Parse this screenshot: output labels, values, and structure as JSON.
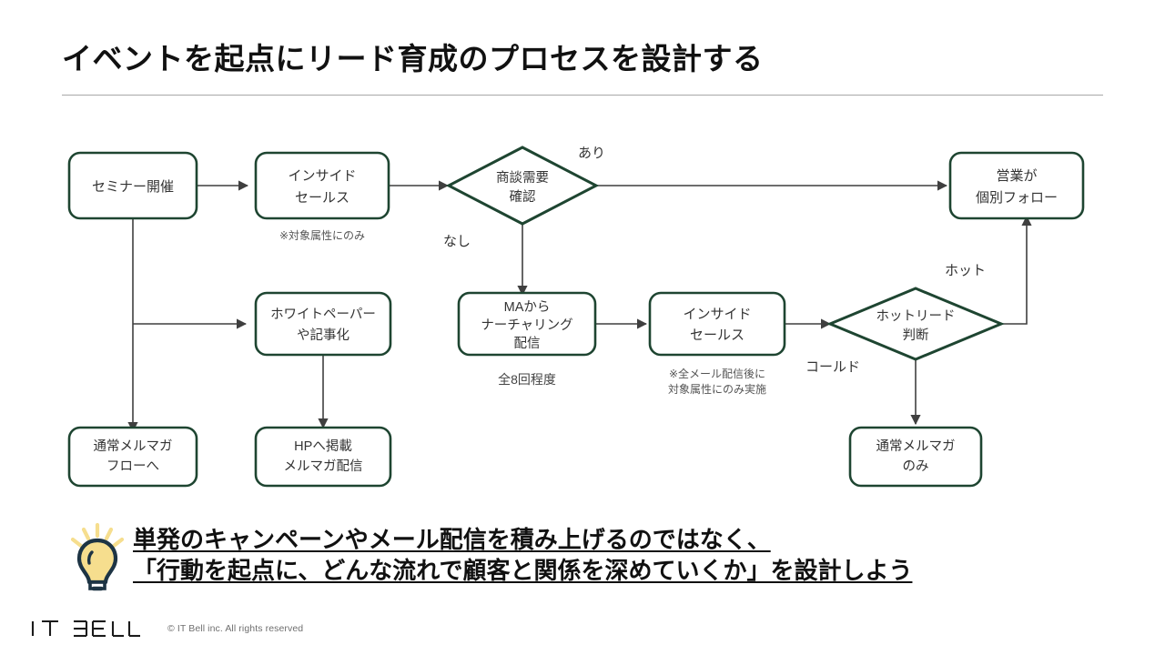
{
  "slide": {
    "title": "イベントを起点にリード育成のプロセスを設計する"
  },
  "flowchart": {
    "nodes": {
      "seminar": {
        "lines": [
          "セミナー開催"
        ]
      },
      "inside_sales_1": {
        "lines": [
          "インサイド",
          "セールス"
        ],
        "note": [
          "※対象属性にのみ"
        ]
      },
      "deal_need": {
        "lines": [
          "商談需要",
          "確認"
        ]
      },
      "sales_follow": {
        "lines": [
          "営業が",
          "個別フォロー"
        ]
      },
      "whitepaper": {
        "lines": [
          "ホワイトペーパー",
          "や記事化"
        ]
      },
      "ma_nurturing": {
        "lines": [
          "MAから",
          "ナーチャリング",
          "配信"
        ],
        "note": [
          "全8回程度"
        ]
      },
      "inside_sales_2": {
        "lines": [
          "インサイド",
          "セールス"
        ],
        "note": [
          "※全メール配信後に",
          "対象属性にのみ実施"
        ]
      },
      "hot_lead": {
        "lines": [
          "ホットリード",
          "判断"
        ]
      },
      "newsletter_flow": {
        "lines": [
          "通常メルマガ",
          "フローへ"
        ]
      },
      "hp_post": {
        "lines": [
          "HPへ掲載",
          "メルマガ配信"
        ]
      },
      "newsletter_only": {
        "lines": [
          "通常メルマガ",
          "のみ"
        ]
      }
    },
    "edge_labels": {
      "yes": "あり",
      "no": "なし",
      "hot": "ホット",
      "cold": "コールド"
    },
    "colors": {
      "node_border": "#1e4531",
      "connector": "#3f3f3f",
      "node_fill": "#ffffff"
    }
  },
  "callout": {
    "icon": "lightbulb-icon",
    "line1": "単発のキャンペーンやメール配信を積み上げるのではなく、",
    "line2": "「行動を起点に、どんな流れで顧客と関係を深めていくか」を設計しよう",
    "bulb_color": "#F6DE8E",
    "bulb_outline": "#1D3444"
  },
  "footer": {
    "brand": "IT BELL",
    "copyright": "© IT Bell inc. All rights reserved"
  }
}
